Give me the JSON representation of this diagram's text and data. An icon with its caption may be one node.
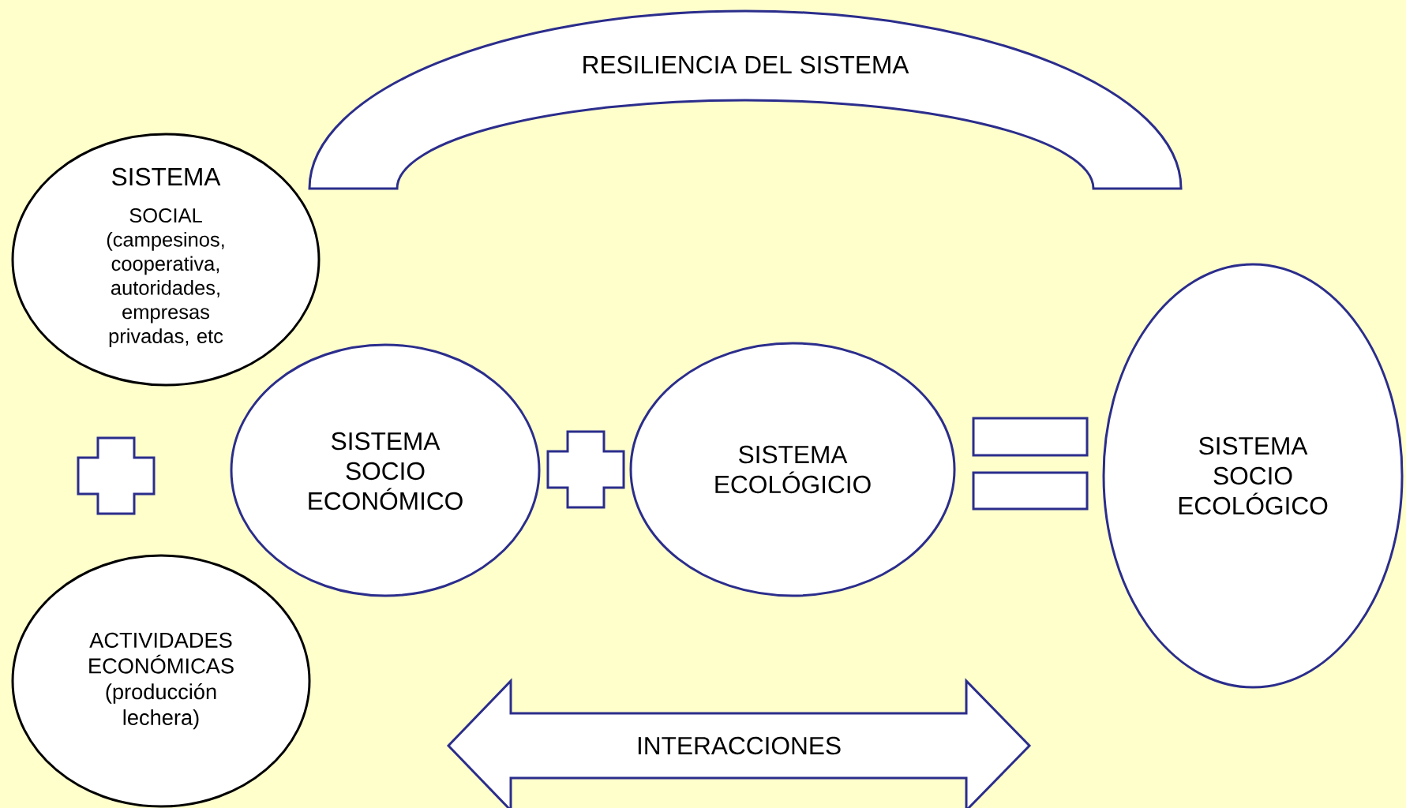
{
  "diagram": {
    "nodes": [
      {
        "text": [
          "RESILIENCIA DEL SISTEMA"
        ]
      },
      {
        "text": [
          "SISTEMA",
          "SOCIAL (campesinos, cooperativa, autoridades, empresas privadas, etc"
        ]
      },
      {
        "text": [
          "ACTIVIDADES ECONÓMICAS (producción lechera)"
        ]
      },
      {
        "text": [
          "SISTEMA SOCIO ECONÓMICO"
        ]
      },
      {
        "text": [
          "SISTEMA ECOLÓGICIO"
        ]
      },
      {
        "text": [
          "SISTEMA SOCIO ECOLÓGICO"
        ]
      },
      {
        "text": [
          "INTERACCIONES"
        ]
      },
      {
        "text": [],
        "shape": "plus"
      },
      {
        "text": [],
        "shape": "plus"
      },
      {
        "text": [],
        "shape": "equals"
      }
    ]
  }
}
